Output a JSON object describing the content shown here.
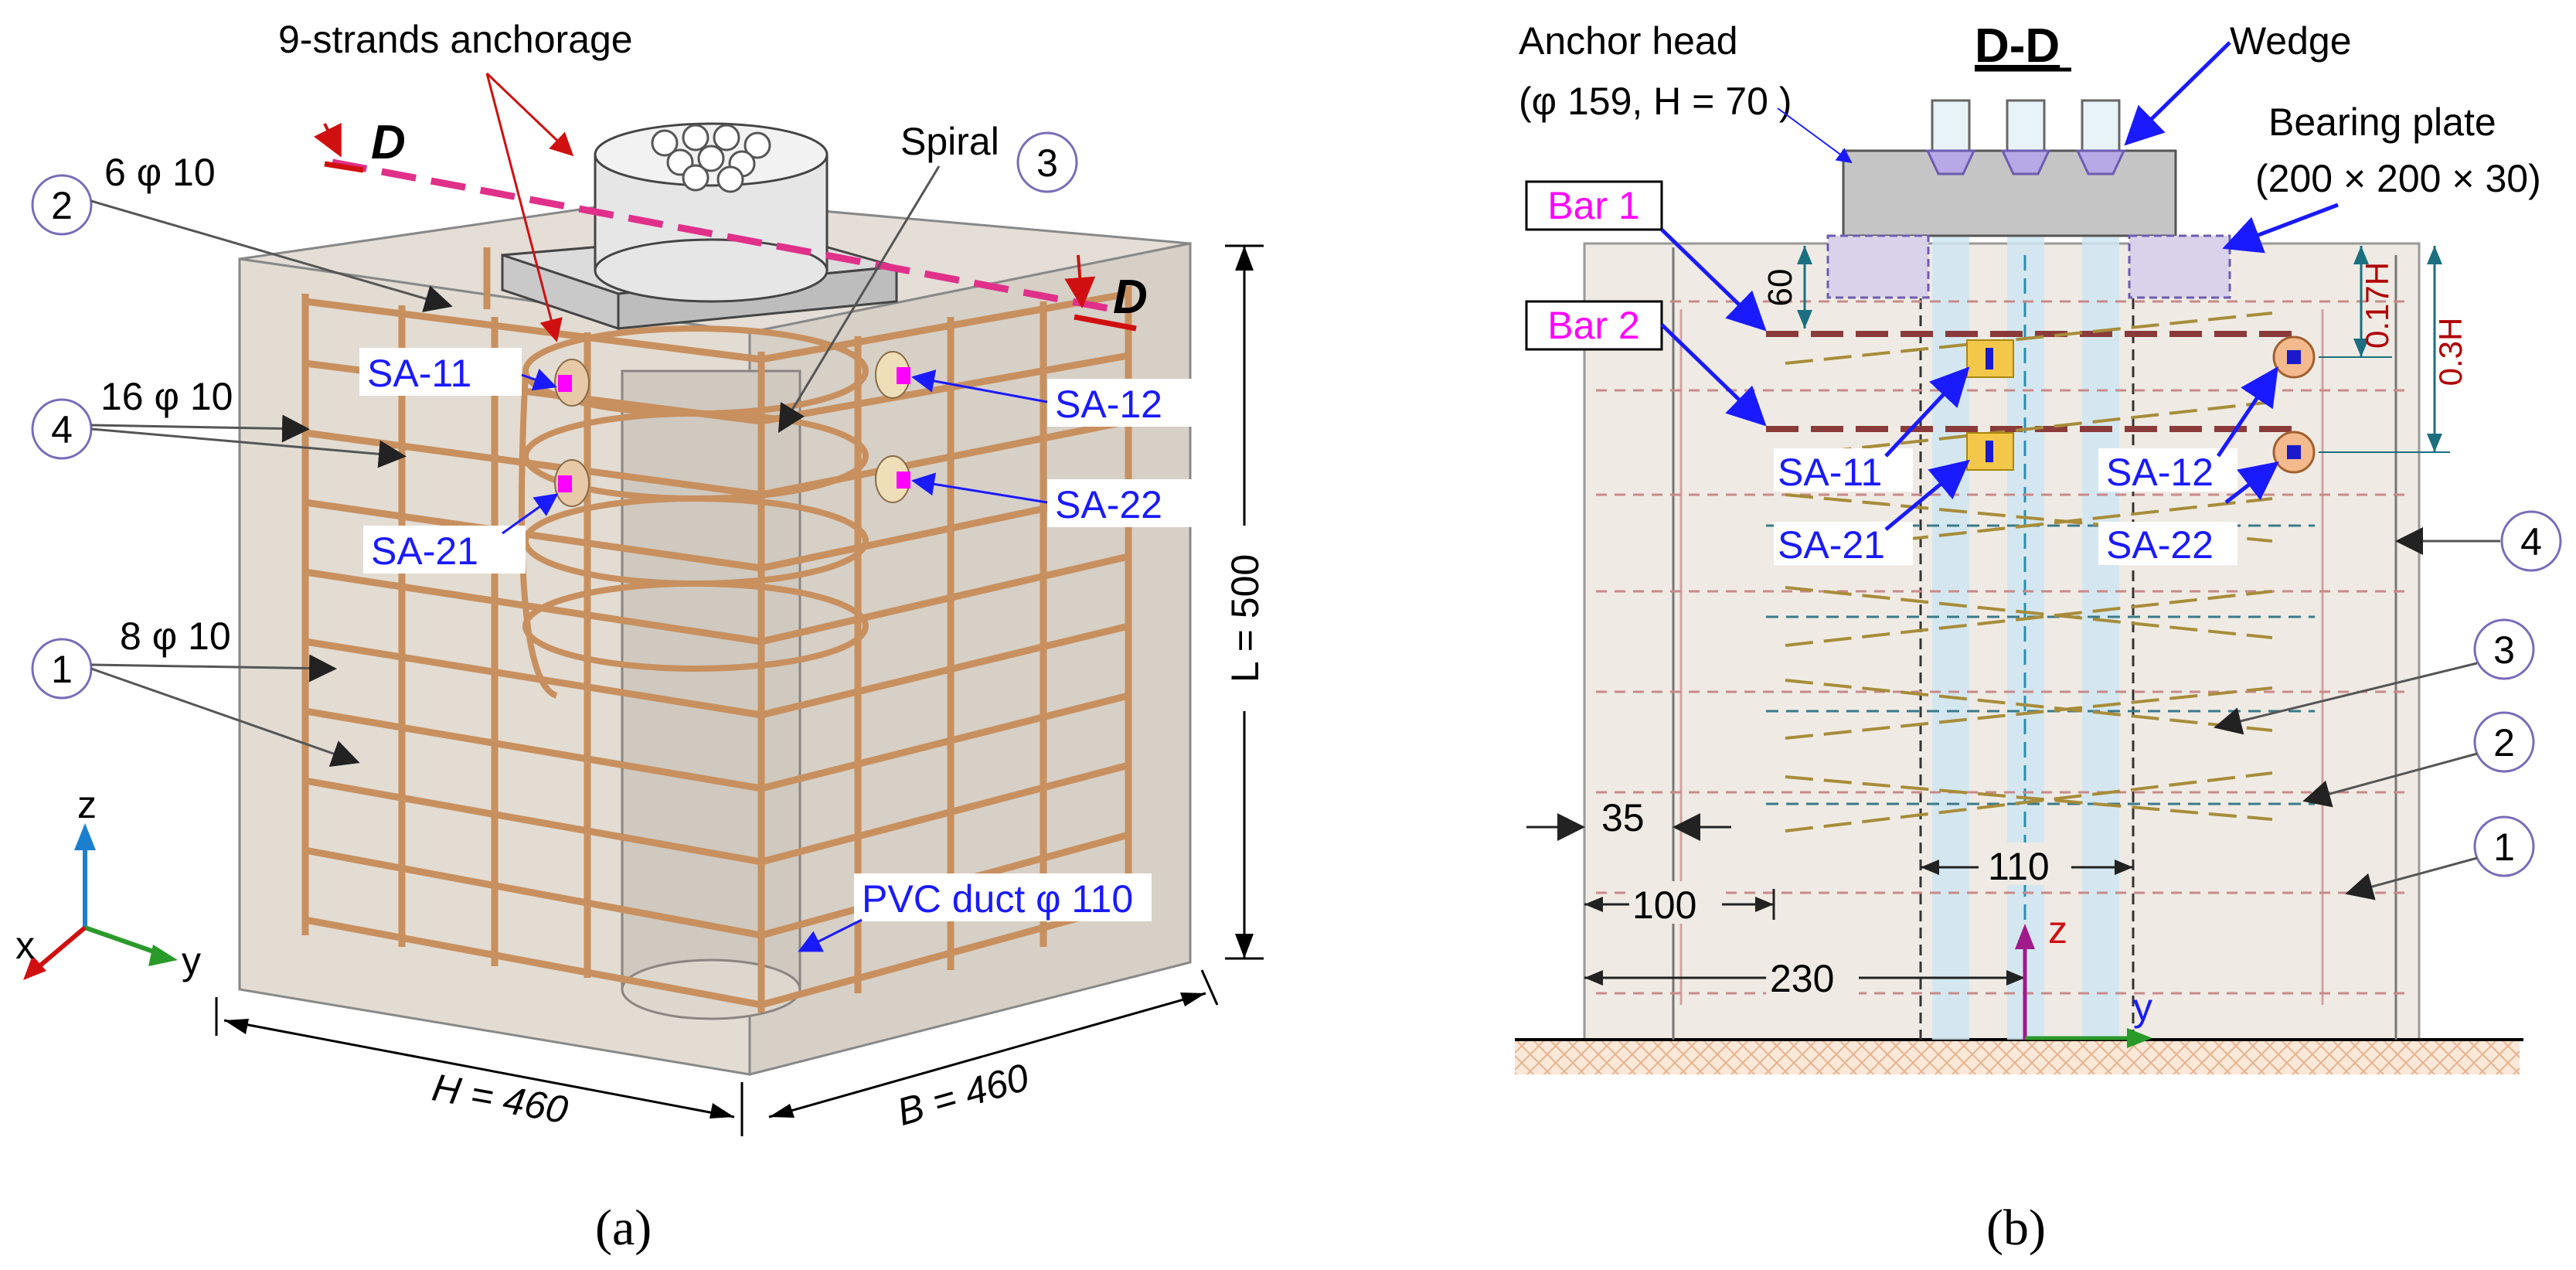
{
  "panel_a": {
    "caption": "(a)",
    "anchorage_label": "9-strands anchorage",
    "section_mark": "D",
    "spiral_label": "Spiral",
    "callouts": {
      "c1": "1",
      "c2": "2",
      "c3": "3",
      "c4": "4"
    },
    "rebar_2": "6 φ 10",
    "rebar_4": "16 φ 10",
    "rebar_1": "8 φ 10",
    "gauges": {
      "sa11": "SA-11",
      "sa12": "SA-12",
      "sa21": "SA-21",
      "sa22": "SA-22"
    },
    "duct_label": "PVC duct φ 110",
    "dim_L": "L = 500",
    "dim_H": "H = 460",
    "dim_B": "B = 460",
    "axes": {
      "x": "x",
      "y": "y",
      "z": "z"
    }
  },
  "panel_b": {
    "caption": "(b)",
    "title": "D-D",
    "anchor_head_label": "Anchor head",
    "anchor_head_dims": "(φ 159, H = 70 )",
    "wedge_label": "Wedge",
    "bearing_plate_label": "Bearing plate",
    "bearing_plate_dims": "(200 × 200 × 30)",
    "bar1": "Bar 1",
    "bar2": "Bar 2",
    "dim_60": "60",
    "dim_017H": "0.17H",
    "dim_03H": "0.3H",
    "gauges": {
      "sa11": "SA-11",
      "sa12": "SA-12",
      "sa21": "SA-21",
      "sa22": "SA-22"
    },
    "callouts": {
      "c1": "1",
      "c2": "2",
      "c3": "3",
      "c4": "4"
    },
    "dim_35": "35",
    "dim_100": "100",
    "dim_110": "110",
    "dim_230": "230",
    "axes": {
      "y": "y",
      "z": "z"
    }
  },
  "colors": {
    "concrete": "#efebe4",
    "rebar": "#c8905f",
    "label_blue": "#1a1aff",
    "bar_label_magenta": "#ff00ff",
    "dim_red": "#b00000",
    "duct_blue": "#cfe6f2",
    "section_line": "#e0308a"
  }
}
